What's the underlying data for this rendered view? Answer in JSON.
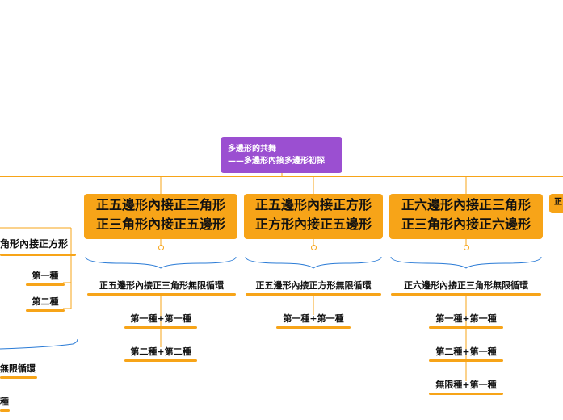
{
  "root": {
    "line1": "多邊形的共舞",
    "line2": "——多邊形內接多邊形初探"
  },
  "main_nodes": [
    {
      "line1": "正五邊形內接正三角形",
      "line2": "正三角形內接正五邊形"
    },
    {
      "line1": "正五邊形內接正方形",
      "line2": "正方形內接正五邊形"
    },
    {
      "line1": "正六邊形內接正三角形",
      "line2": "正三角形內接正六邊形"
    }
  ],
  "partial_right_node": "正",
  "loop_nodes": [
    "正五邊形內接正三角形無限循環",
    "正五邊形內接正方形無限循環",
    "正六邊形內接正三角形無限循環"
  ],
  "branch1_children": [
    "第一種+第一種",
    "第二種+第二種"
  ],
  "branch2_children": [
    "第一種+第一種"
  ],
  "branch3_children": [
    "第一種+第一種",
    "第二種+第一種",
    "無限種+第一種"
  ],
  "left_partial": {
    "title": "角形內接正方形",
    "items": [
      "第一種",
      "第二種"
    ],
    "loop": "無限循環",
    "bottom": "種"
  },
  "colors": {
    "root": "#9b4fd1",
    "node": "#f7a418",
    "line": "#f7a418",
    "brace": "#2a7bd6"
  }
}
